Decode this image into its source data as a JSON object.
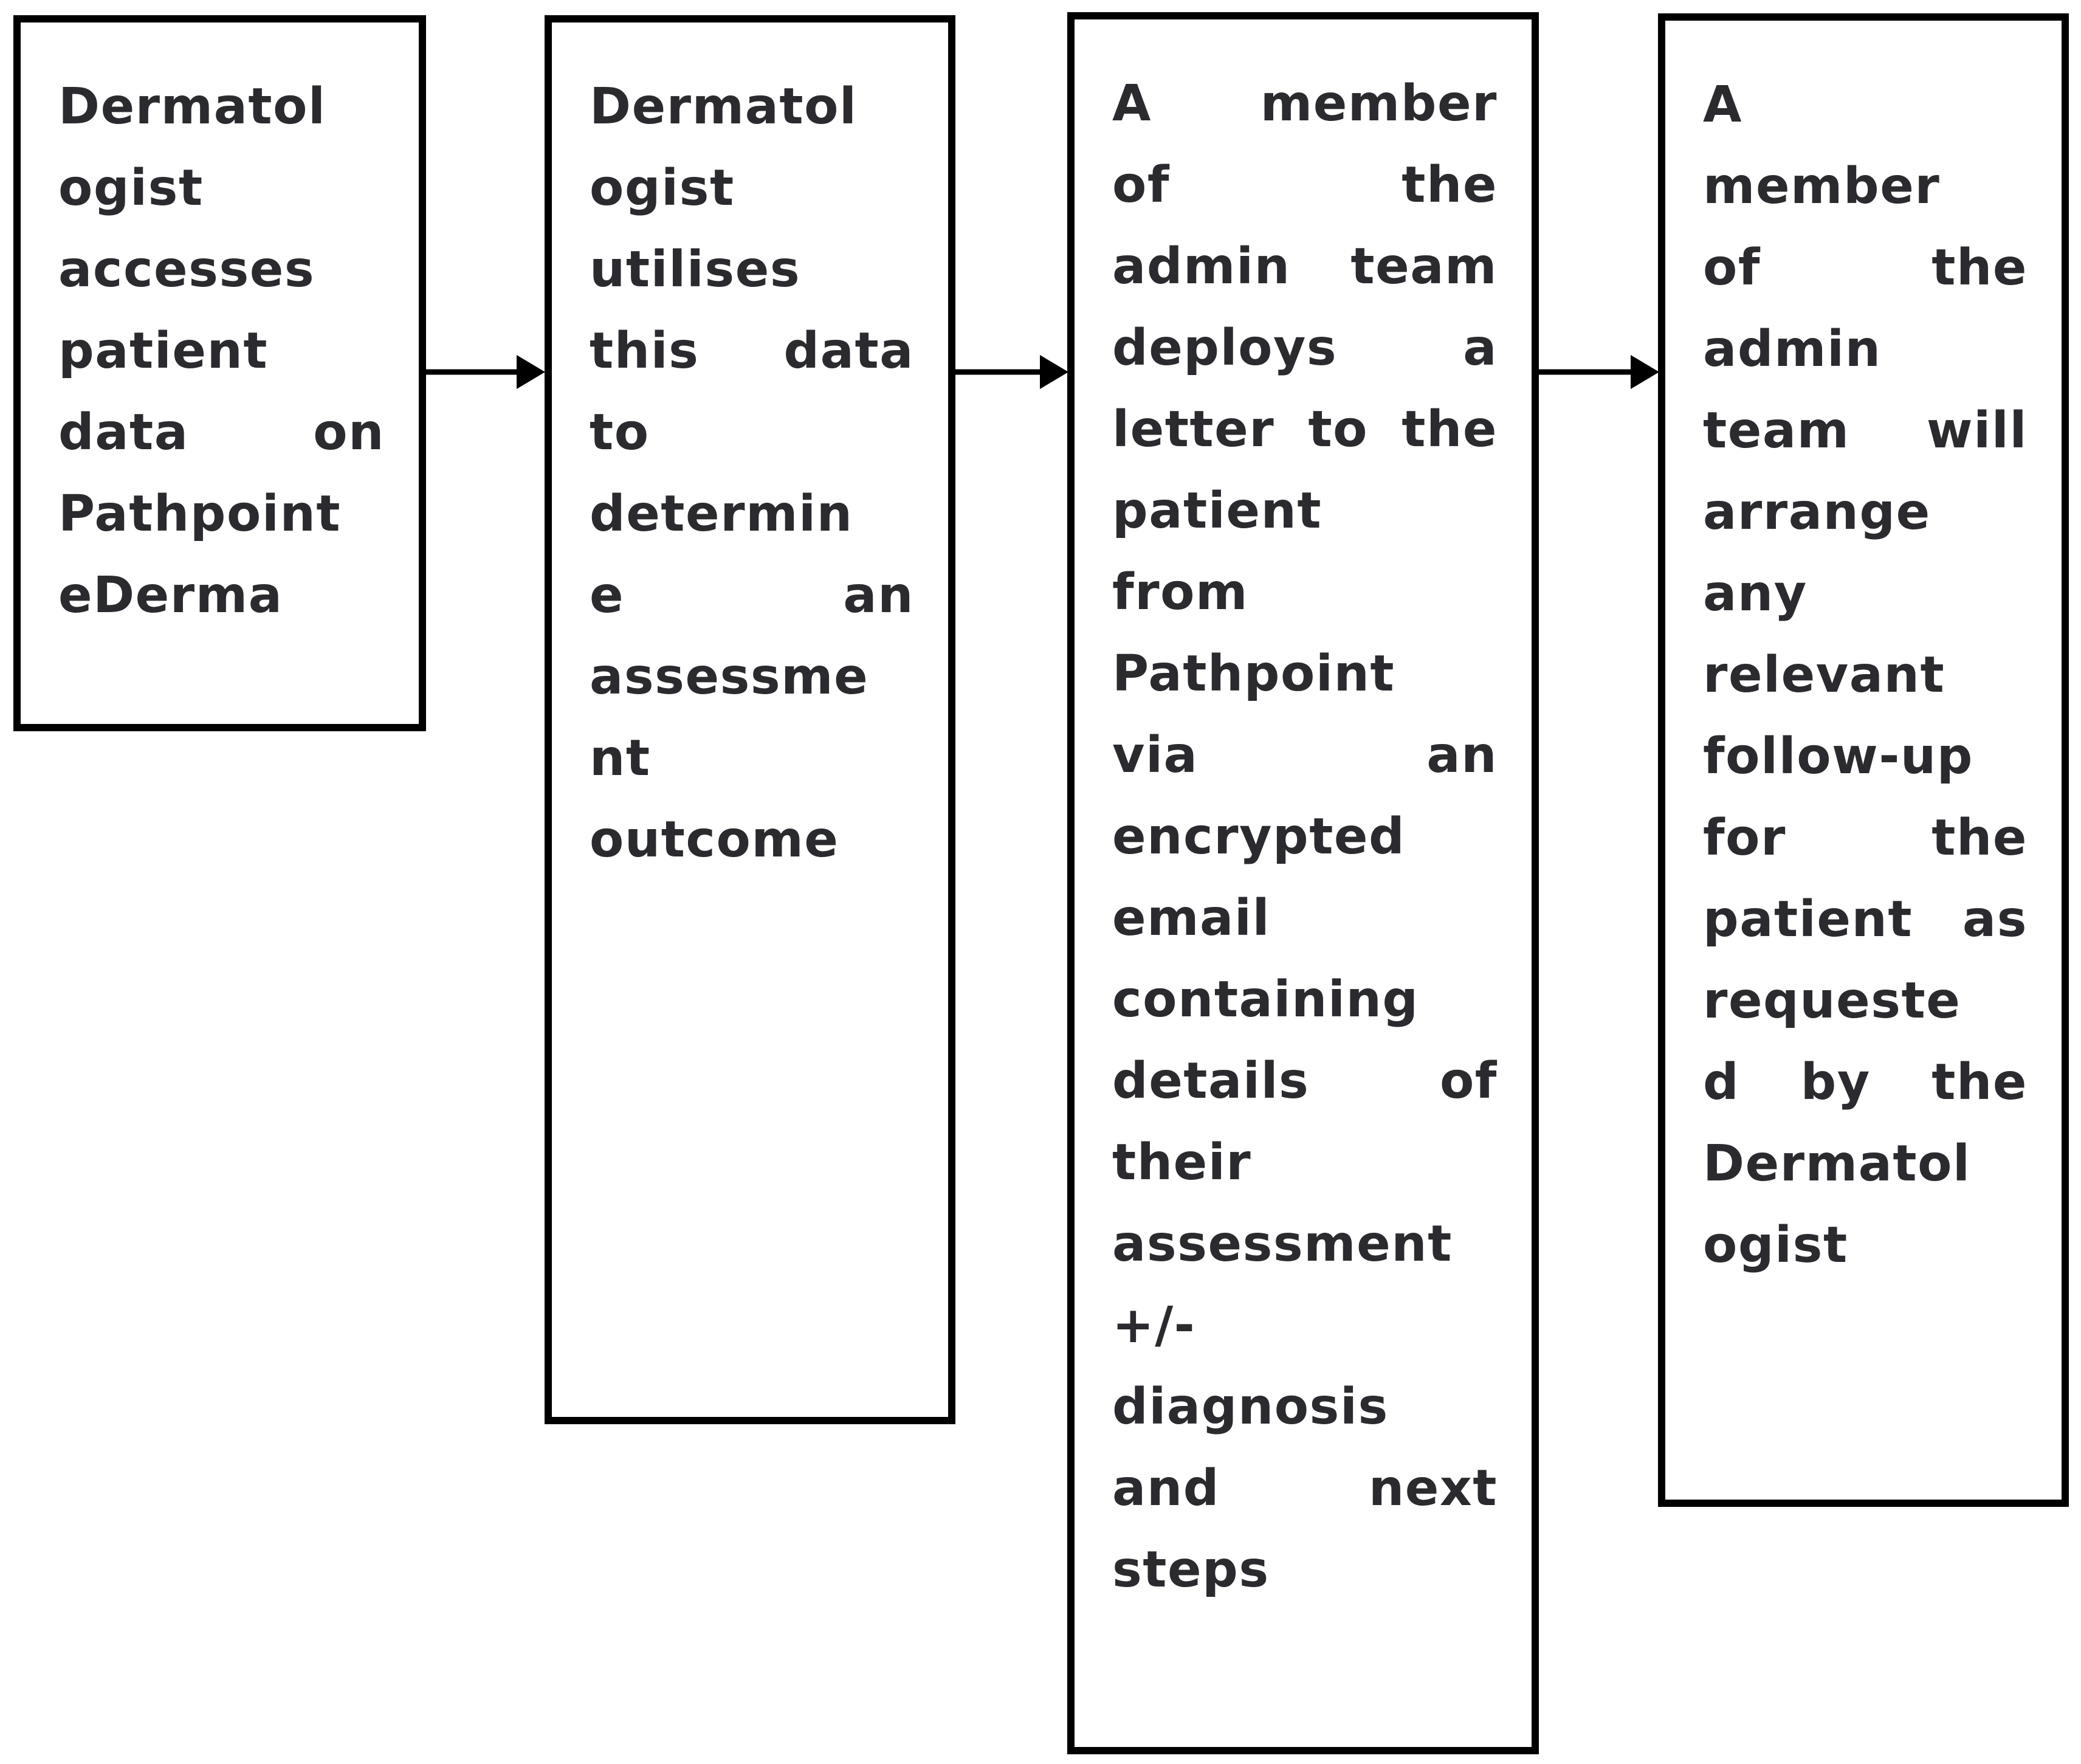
{
  "diagram": {
    "type": "flowchart",
    "background_color": "#ffffff",
    "box_border_color": "#000000",
    "text_color": "#2b2b2f",
    "arrow_color": "#000000",
    "boxes": [
      {
        "id": "step-1",
        "text": "Dermatologist accesses patient data on Pathpoint eDerma",
        "lines": [
          "Dermatol",
          "ogist",
          "accesses",
          "patient",
          "data on",
          "Pathpoint",
          "eDerma"
        ]
      },
      {
        "id": "step-2",
        "text": "Dermatologist utilises this data to determine an assessment outcome",
        "lines": [
          "Dermatol",
          "ogist",
          "utilises",
          "this data",
          "to",
          "determin",
          "e an",
          "assessme",
          "nt",
          "outcome"
        ]
      },
      {
        "id": "step-3",
        "text": "A member of the admin team deploys a letter to the patient from Pathpoint via an encrypted email containing details of their assessment +/- diagnosis and next steps",
        "lines": [
          "A member",
          "of the",
          "admin team",
          "deploys a",
          "letter to the",
          "patient",
          "from",
          "Pathpoint",
          "via an",
          "encrypted",
          "email",
          "containing",
          "details of",
          "their",
          "assessment",
          "+/-",
          "diagnosis",
          "and next",
          "steps"
        ]
      },
      {
        "id": "step-4",
        "text": "A member of the admin team will arrange any relevant follow-up for the patient as requested by the Dermatologist",
        "lines": [
          "A",
          "member",
          "of the",
          "admin",
          "team will",
          "arrange",
          "any",
          "relevant",
          "follow-up",
          "for the",
          "patient as",
          "requeste",
          "d by the",
          "Dermatol",
          "ogist"
        ]
      }
    ],
    "arrows": [
      {
        "id": "arrow-1",
        "from": "step-1",
        "to": "step-2"
      },
      {
        "id": "arrow-2",
        "from": "step-2",
        "to": "step-3"
      },
      {
        "id": "arrow-3",
        "from": "step-3",
        "to": "step-4"
      }
    ]
  }
}
